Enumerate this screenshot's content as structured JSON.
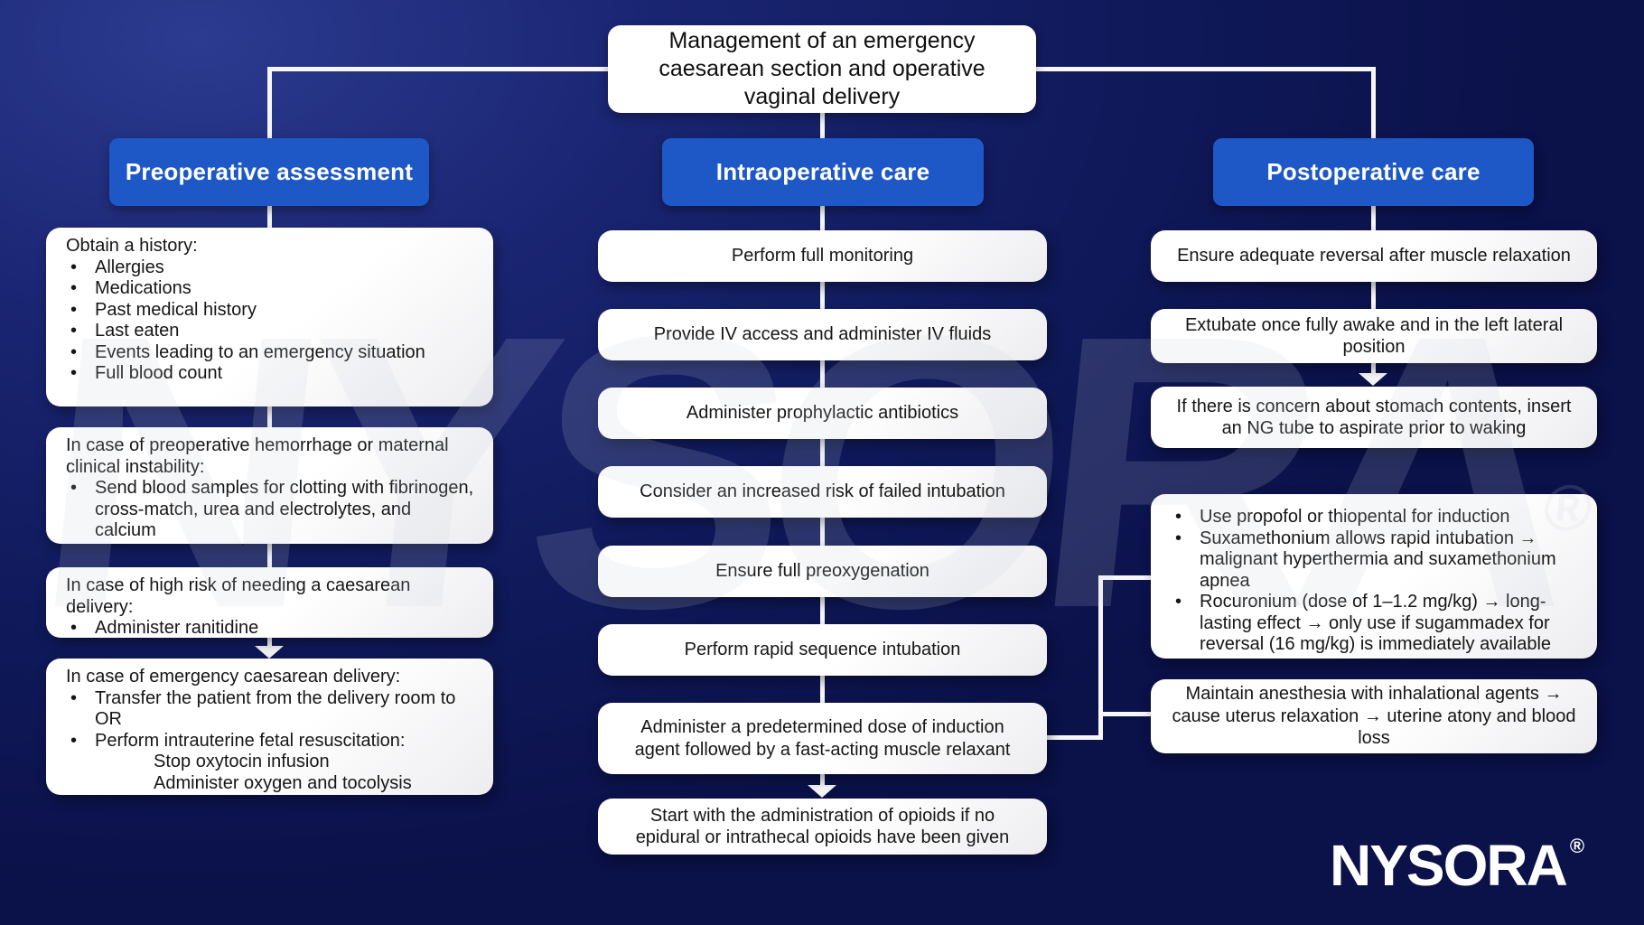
{
  "title": {
    "text": "Management of an emergency caesarean section and operative vaginal delivery"
  },
  "glyphs": {
    "bullet": "•"
  },
  "colors": {
    "background_navy": "#101a5c",
    "header_blue": "#1d58c6",
    "box_white": "#ffffff",
    "connector_white": "#f7f7f9",
    "text_dark": "#161616"
  },
  "pre": {
    "header": "Preoperative assessment",
    "box1": {
      "head": "Obtain a history:",
      "items": [
        "Allergies",
        "Medications",
        "Past medical history",
        "Last eaten",
        "Events leading to an emergency situation",
        "Full blood count"
      ]
    },
    "box2": {
      "head": "In case of preoperative hemorrhage or maternal clinical instability:",
      "items": [
        "Send blood samples for clotting with fibrinogen, cross-match, urea and electrolytes, and calcium"
      ]
    },
    "box3": {
      "head": "In case of high risk of needing a caesarean delivery:",
      "items": [
        "Administer ranitidine"
      ]
    },
    "box4": {
      "head": "In case of emergency caesarean delivery:",
      "items": [
        "Transfer the patient from the delivery room to OR",
        "Perform intrauterine fetal resuscitation:"
      ],
      "subitems": [
        "Stop oxytocin infusion",
        "Administer oxygen and tocolysis"
      ]
    }
  },
  "intra": {
    "header": "Intraoperative care",
    "steps": [
      "Perform full monitoring",
      "Provide IV access and administer IV fluids",
      "Administer prophylactic antibiotics",
      "Consider an increased risk of failed intubation",
      "Ensure full preoxygenation",
      "Perform rapid sequence intubation",
      "Administer a predetermined dose of induction agent followed by a fast-acting muscle relaxant",
      "Start with the administration of opioids if no epidural or intrathecal opioids have been given"
    ]
  },
  "post": {
    "header": "Postoperative care",
    "steps": [
      "Ensure adequate reversal after muscle relaxation",
      "Extubate once fully awake and in the left lateral position",
      "If there is concern about stomach contents, insert an NG tube to aspirate prior to waking"
    ],
    "drugs": {
      "items": [
        "Use propofol or thiopental for induction",
        "Suxamethonium allows rapid intubation → malignant hyperthermia and suxamethonium apnea",
        "Rocuronium (dose of 1–1.2 mg/kg) → long-lasting effect → only use if sugammadex for reversal (16 mg/kg) is immediately available"
      ]
    },
    "maintain": "Maintain anesthesia with inhalational agents → cause uterus relaxation → uterine atony and blood loss"
  },
  "watermark": {
    "text": "NYSORA",
    "reg": "®"
  },
  "logo": {
    "text": "NYSORA",
    "reg": "®"
  }
}
